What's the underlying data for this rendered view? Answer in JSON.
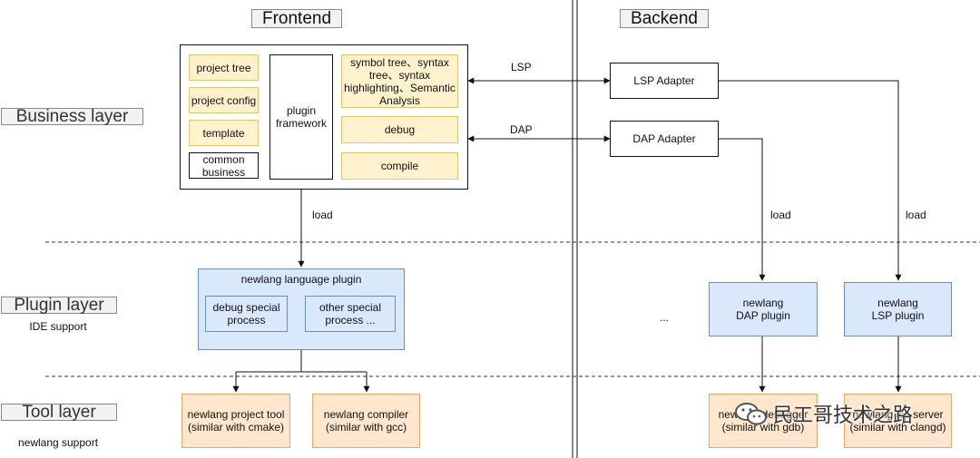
{
  "frontend": {
    "title": "Frontend"
  },
  "backend": {
    "title": "Backend"
  },
  "layers": {
    "business": {
      "title": "Business layer"
    },
    "plugin": {
      "title": "Plugin layer",
      "subtitle": "IDE support"
    },
    "tool": {
      "title": "Tool layer",
      "subtitle": "newlang support"
    }
  },
  "business_left": [
    "project tree",
    "project config",
    "template",
    "common business"
  ],
  "plugin_framework": "plugin framework",
  "business_right": [
    "symbol tree、syntax tree、syntax highlighting、Semantic Analysis",
    "debug",
    "compile"
  ],
  "adapters": {
    "lsp": "LSP Adapter",
    "dap": "DAP Adapter"
  },
  "edge_labels": {
    "lsp": "LSP",
    "dap": "DAP",
    "load_front": "load",
    "load_dap": "load",
    "load_lsp": "load"
  },
  "language_plugin": {
    "title": "newlang language plugin",
    "debug": "debug special process",
    "other": "other special process ..."
  },
  "ellipsis": "...",
  "dap_plugin": "newlang DAP plugin",
  "lsp_plugin": "newlang LSP plugin",
  "tools": {
    "project_tool": "newlang project tool (similar with cmake)",
    "compiler": "newlang compiler (similar with gcc)",
    "debugger": "newlang debugger (similar with gdb)",
    "lsp_server": "newlang lsp server (similar with clangd)"
  },
  "watermark": "民工哥技术之路",
  "colors": {
    "yellow": "#fff2cc",
    "blue": "#dae8fc",
    "orange": "#ffe6cc"
  }
}
